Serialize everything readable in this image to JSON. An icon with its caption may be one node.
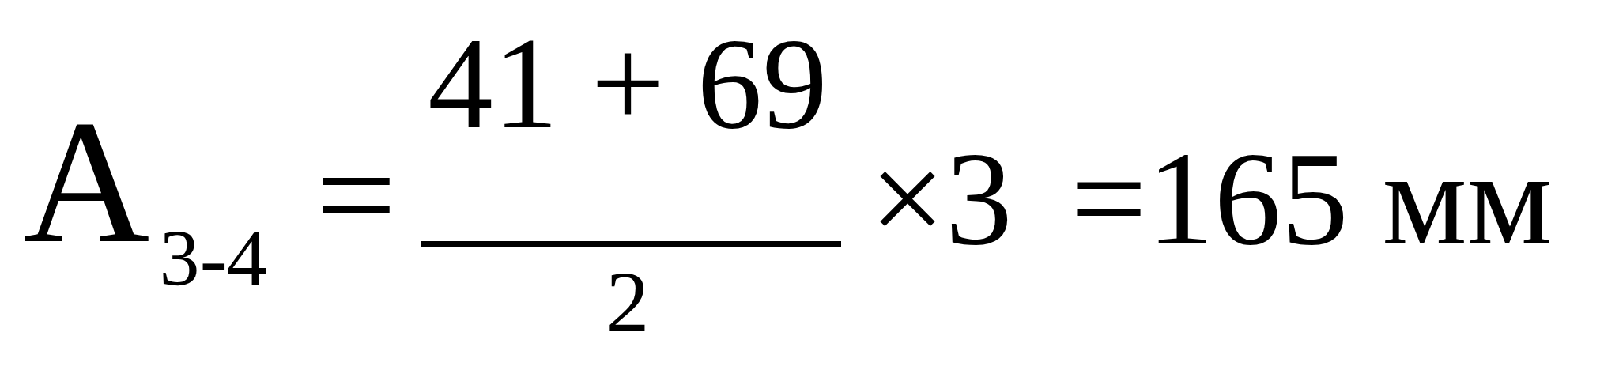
{
  "diagram": {
    "labels": [
      "A$_{3-4}$",
      "=",
      "41 + 69",
      "2",
      "×3",
      "=165 мм"
    ]
  }
}
